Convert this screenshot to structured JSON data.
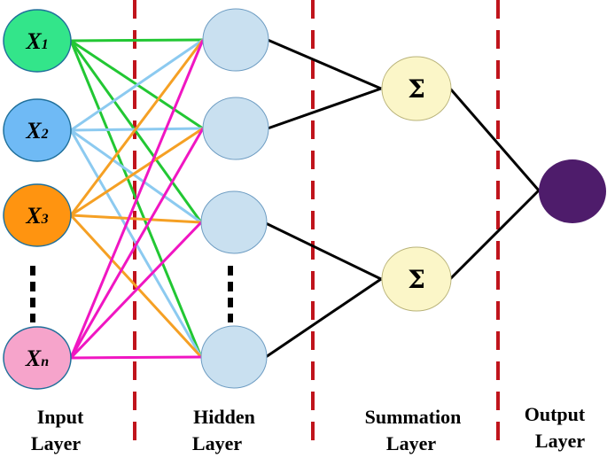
{
  "diagram": {
    "input_nodes": [
      {
        "base": "X",
        "sub": "1",
        "color": "#33e58a"
      },
      {
        "base": "X",
        "sub": "2",
        "color": "#6fbaf5"
      },
      {
        "base": "X",
        "sub": "3",
        "color": "#ff9410"
      },
      {
        "base": "X",
        "sub": "n",
        "color": "#f6a4cb"
      }
    ],
    "input_line_colors": [
      "#22c733",
      "#8ccaf0",
      "#f5a024",
      "#f016c2"
    ],
    "hidden_node_color": "#c9e0f0",
    "summation_nodes": [
      {
        "symbol": "Σ",
        "color": "#fbf6c8"
      },
      {
        "symbol": "Σ",
        "color": "#fbf6c8"
      }
    ],
    "output_node_color": "#4e1c6b",
    "divider_color": "#c0141c",
    "connector_color": "#000000",
    "layer_labels": {
      "input": [
        "Input",
        "Layer"
      ],
      "hidden": [
        "Hidden",
        "Layer"
      ],
      "summation": [
        "Summation",
        "Layer"
      ],
      "output": [
        "Output",
        "Layer"
      ]
    }
  }
}
